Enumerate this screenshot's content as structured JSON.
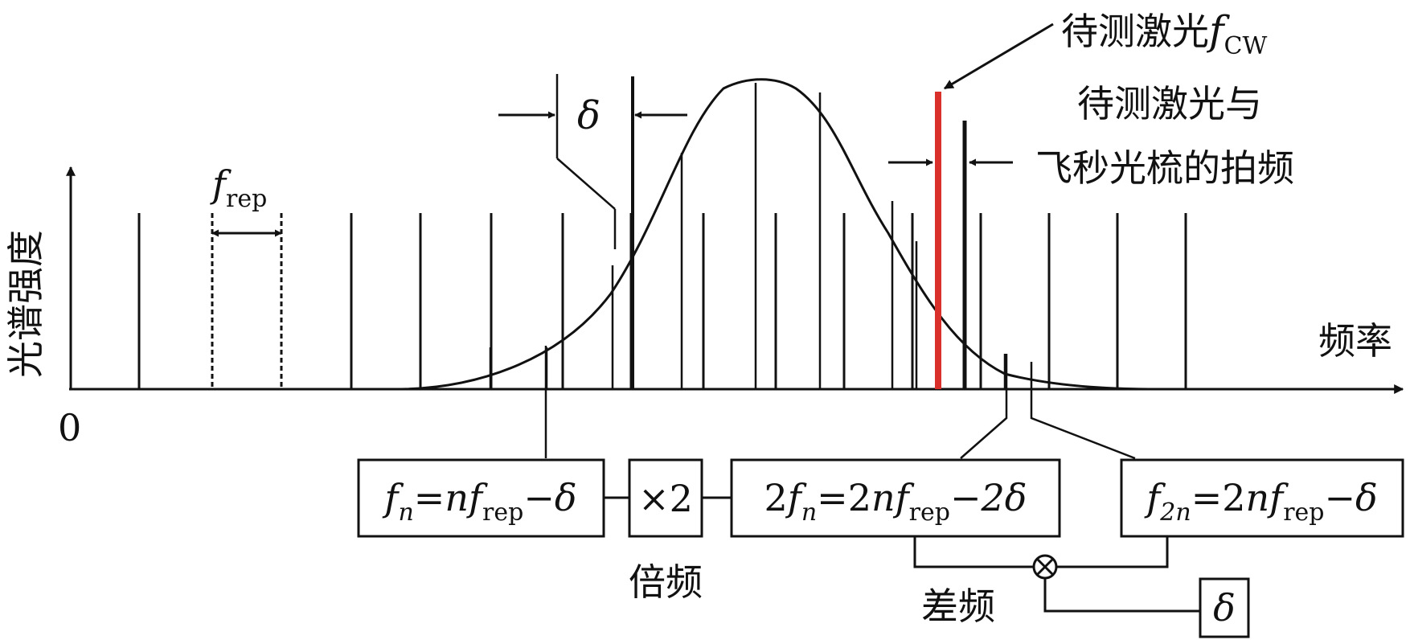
{
  "axes": {
    "y_label": "光谱强度",
    "x_label": "频率",
    "origin_label": "0"
  },
  "labels": {
    "frep": {
      "main": "f",
      "sub": "rep"
    },
    "delta": "δ",
    "laser": {
      "prefix": "待测激光",
      "f": "f",
      "sub": "CW"
    },
    "beat_line1": "待测激光与",
    "beat_line2": "飞秒光梳的拍频",
    "doubling": "倍频",
    "diff": "差频"
  },
  "boxes": {
    "box1": {
      "f": "f",
      "sub1": "n",
      "eq": "=",
      "n": "n",
      "f2": "f",
      "sub2": "rep",
      "tail": "−δ"
    },
    "box2": {
      "text": "×2"
    },
    "box3": {
      "lead": "2",
      "f": "f",
      "sub1": "n",
      "eq": "=2",
      "n": "n",
      "f2": "f",
      "sub2": "rep",
      "tail": "−2δ"
    },
    "box4": {
      "f": "f",
      "sub1": "2n",
      "eq": "=2",
      "n": "n",
      "f2": "f",
      "sub2": "rep",
      "tail": "−δ"
    },
    "box5": {
      "text": "δ"
    }
  },
  "colors": {
    "ink": "#111111",
    "laser": "#d9302c"
  },
  "icons": {
    "mixer": "mixer-icon"
  }
}
